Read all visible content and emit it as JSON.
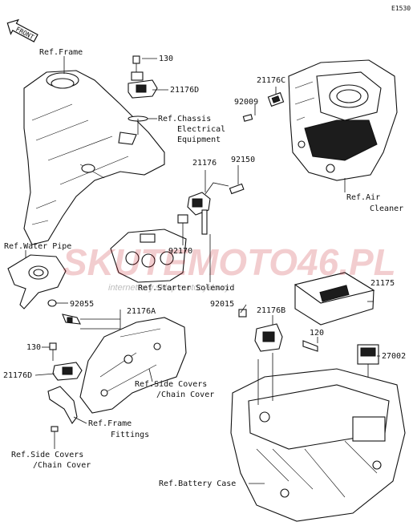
{
  "diagram_code": "E1530",
  "front_arrow": "FRONT",
  "watermark": {
    "brand": "SKUTEMOTO46.PL",
    "tagline": "internetowy sklep motocyklowy"
  },
  "labels": {
    "ref_frame": "Ref.Frame",
    "p130_top": "130",
    "p21176D_top": "21176D",
    "ref_chassis_1": "Ref.Chassis",
    "ref_chassis_2": "Electrical",
    "ref_chassis_3": "Equipment",
    "p21176C": "21176C",
    "p92009": "92009",
    "p21176": "21176",
    "p92150": "92150",
    "ref_air_1": "Ref.Air",
    "ref_air_2": "Cleaner",
    "ref_water_pipe": "Ref.Water Pipe",
    "p92170": "92170",
    "ref_starter": "Ref.Starter Solenoid",
    "p92055": "92055",
    "p21176A": "21176A",
    "p21175": "21175",
    "p92015": "92015",
    "p21176B": "21176B",
    "p120": "120",
    "p27002": "27002",
    "p130_bottom": "130",
    "p21176D_bottom": "21176D",
    "ref_side_covers_1": "Ref.Side Covers",
    "ref_side_covers_2": "/Chain Cover",
    "ref_frame_fittings_1": "Ref.Frame",
    "ref_frame_fittings_2": "Fittings",
    "ref_side_covers_b1": "Ref.Side Covers",
    "ref_side_covers_b2": "/Chain Cover",
    "ref_battery_case": "Ref.Battery Case"
  }
}
